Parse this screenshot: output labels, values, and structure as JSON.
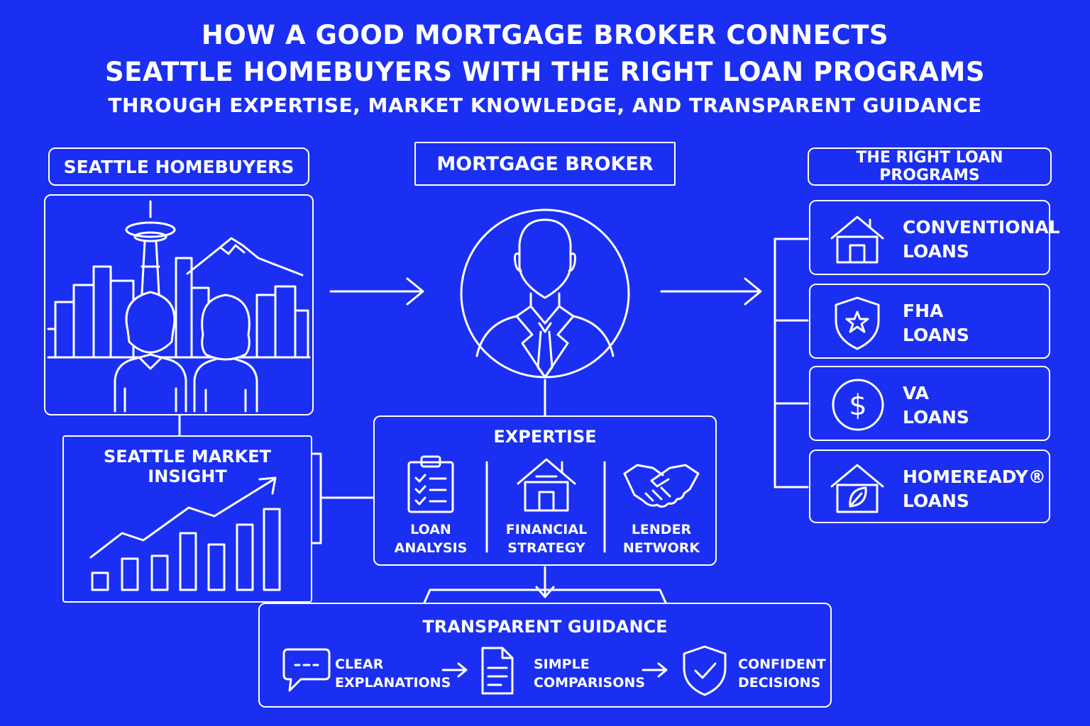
{
  "header": {
    "title_line1": "HOW A GOOD MORTGAGE BROKER CONNECTS",
    "title_line2": "SEATTLE HOMEBUYERS WITH THE RIGHT LOAN PROGRAMS",
    "subtitle": "THROUGH EXPERTISE, MARKET KNOWLEDGE, AND TRANSPARENT GUIDANCE"
  },
  "homebuyers": {
    "label": "SEATTLE HOMEBUYERS"
  },
  "broker": {
    "label": "MORTGAGE BROKER"
  },
  "programs": {
    "label": "THE RIGHT LOAN PROGRAMS",
    "items": [
      {
        "text": "CONVENTIONAL\nLOANS",
        "icon": "house-icon"
      },
      {
        "text": "FHA\nLOANS",
        "icon": "shield-star-icon"
      },
      {
        "text": "VA\nLOANS",
        "icon": "dollar-coin-icon"
      },
      {
        "text": "HOMEREADY®\nLOANS",
        "icon": "house-leaf-icon"
      }
    ]
  },
  "market": {
    "label": "SEATTLE MARKET INSIGHT"
  },
  "expertise": {
    "label": "EXPERTISE",
    "items": [
      {
        "line1": "LOAN",
        "line2": "ANALYSIS",
        "icon": "clipboard-checklist-icon"
      },
      {
        "line1": "FINANCIAL",
        "line2": "STRATEGY",
        "icon": "house-icon"
      },
      {
        "line1": "LENDER",
        "line2": "NETWORK",
        "icon": "handshake-icon"
      }
    ]
  },
  "guidance": {
    "label": "TRANSPARENT GUIDANCE",
    "items": [
      {
        "line1": "CLEAR",
        "line2": "EXPLANATIONS",
        "icon": "chat-bubble-icon"
      },
      {
        "line1": "SIMPLE",
        "line2": "COMPARISONS",
        "icon": "document-icon"
      },
      {
        "line1": "CONFIDENT",
        "line2": "DECISIONS",
        "icon": "shield-check-icon"
      }
    ]
  },
  "colors": {
    "background": "#1a2ff2",
    "foreground": "#ffffff"
  }
}
